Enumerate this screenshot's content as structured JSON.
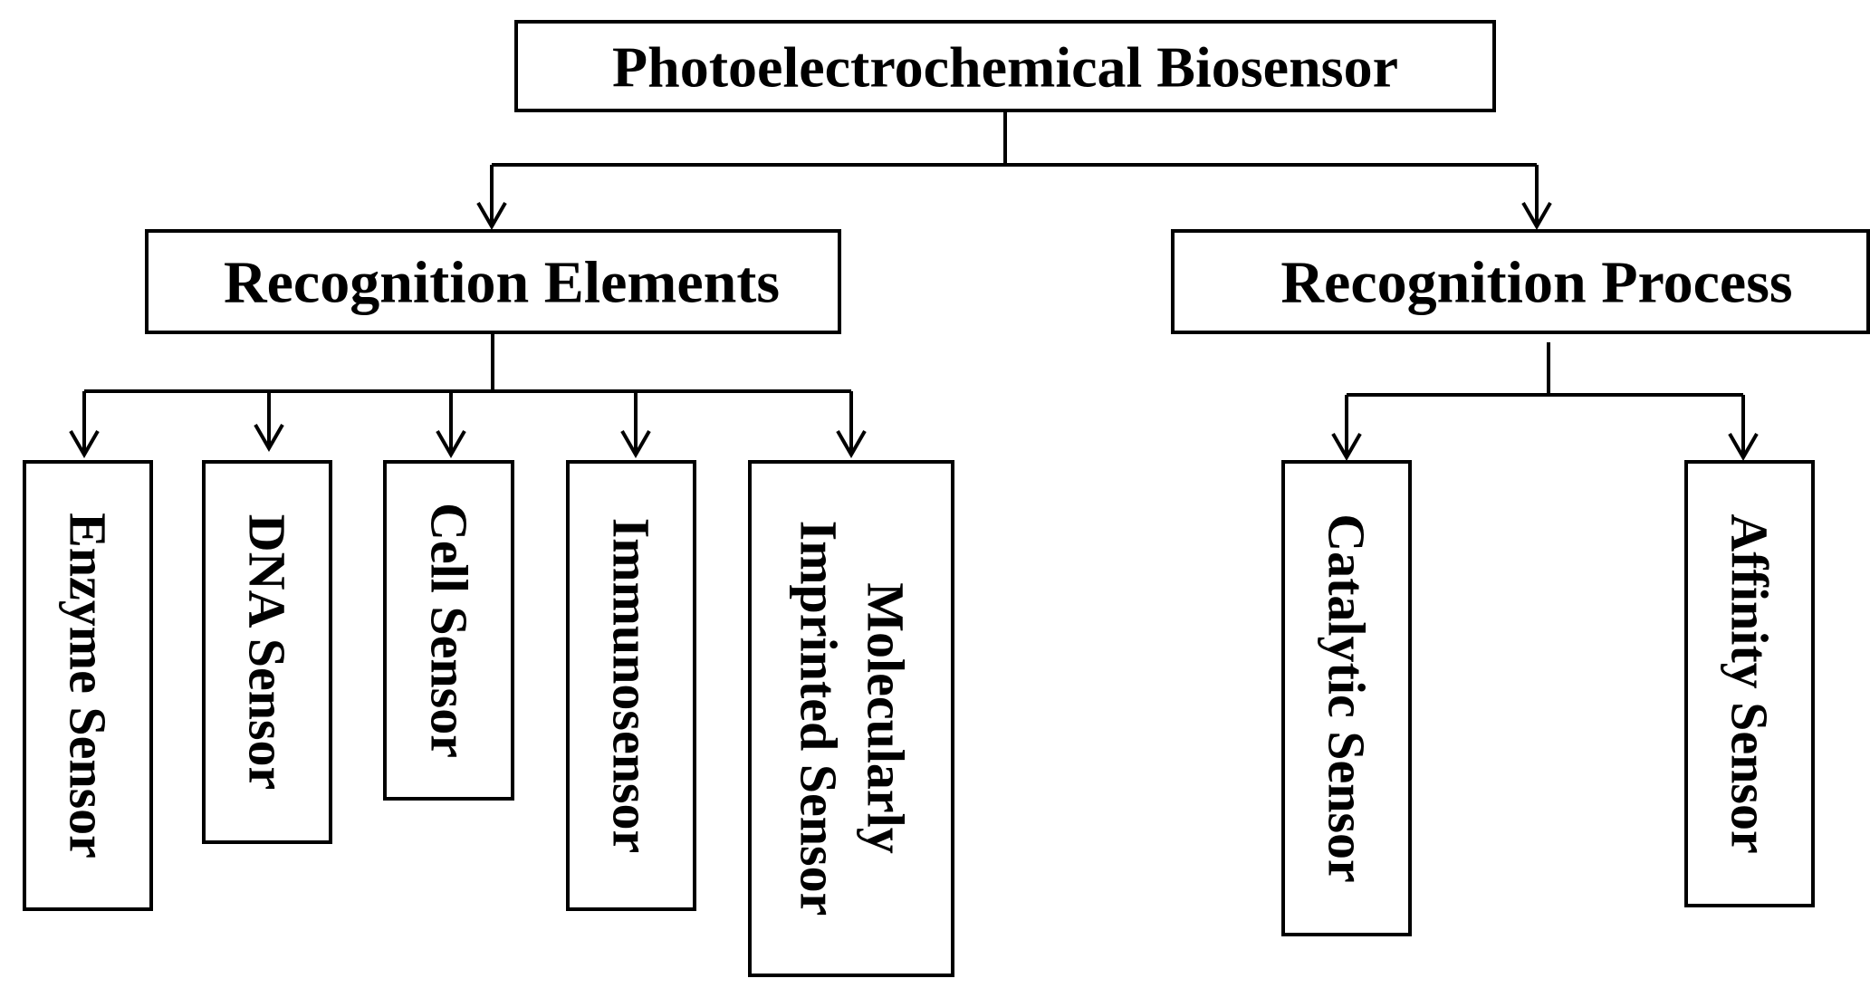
{
  "root": {
    "label": "Photoelectrochemical Biosensor"
  },
  "branches": [
    {
      "label": "Recognition Elements",
      "children": [
        {
          "lines": [
            "Enzyme Sensor"
          ]
        },
        {
          "lines": [
            "DNA Sensor"
          ]
        },
        {
          "lines": [
            "Cell Sensor"
          ]
        },
        {
          "lines": [
            "Immunosensor"
          ]
        },
        {
          "lines": [
            "Molecularly",
            "Imprinted Sensor"
          ]
        }
      ]
    },
    {
      "label": "Recognition Process",
      "children": [
        {
          "lines": [
            "Catalytic Sensor"
          ]
        },
        {
          "lines": [
            "Affinity Sensor"
          ]
        }
      ]
    }
  ]
}
